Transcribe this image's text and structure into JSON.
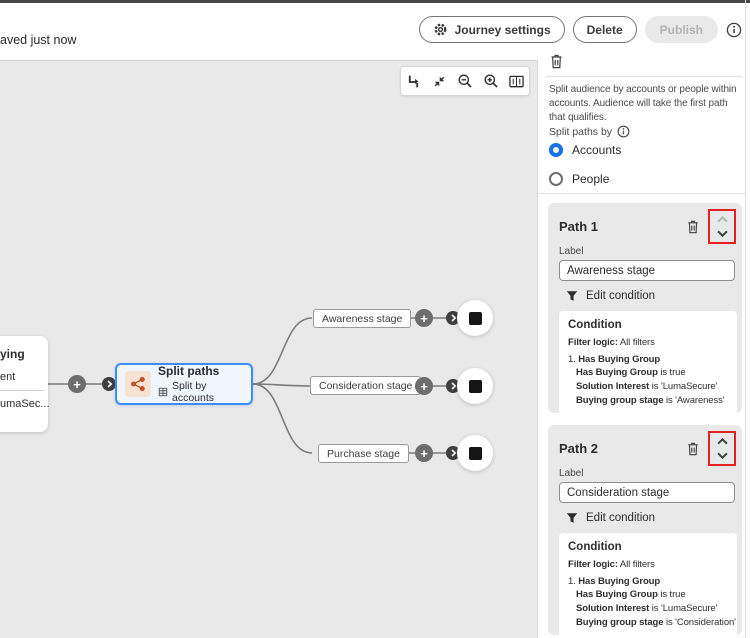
{
  "topbar": {
    "saved_status": "aved just now",
    "journey_settings_label": "Journey settings",
    "delete_label": "Delete",
    "publish_label": "Publish"
  },
  "canvas": {
    "toolbar_icons": [
      "auto-layout",
      "collapse",
      "zoom-out",
      "zoom-in",
      "minimap"
    ],
    "source_node": {
      "line1": "ying",
      "line2": "ent",
      "line3": "umaSec..."
    },
    "split_node": {
      "title": "Split paths",
      "subtitle": "Split by accounts"
    },
    "branches": [
      {
        "label": "Awareness stage"
      },
      {
        "label": "Consideration stage"
      },
      {
        "label": "Purchase stage"
      }
    ]
  },
  "panel": {
    "description": "Split audience by accounts or people within accounts. Audience will take the first path that qualifies.",
    "split_paths_by_label": "Split paths by",
    "options": [
      {
        "label": "Accounts",
        "selected": true
      },
      {
        "label": "People",
        "selected": false
      }
    ],
    "paths": [
      {
        "title": "Path 1",
        "label_field_label": "Label",
        "label_value": "Awareness stage",
        "edit_condition_label": "Edit condition",
        "condition": {
          "heading": "Condition",
          "filter_logic_label": "Filter logic:",
          "filter_logic_value": "All filters",
          "group_index": "1.",
          "group_name": "Has Buying Group",
          "rules": [
            {
              "field": "Has Buying Group",
              "rest": "is true"
            },
            {
              "field": "Solution Interest",
              "rest": "is 'LumaSecure'"
            },
            {
              "field": "Buying group stage",
              "rest": "is 'Awareness'"
            }
          ]
        }
      },
      {
        "title": "Path 2",
        "label_field_label": "Label",
        "label_value": "Consideration stage",
        "edit_condition_label": "Edit condition",
        "condition": {
          "heading": "Condition",
          "filter_logic_label": "Filter logic:",
          "filter_logic_value": "All filters",
          "group_index": "1.",
          "group_name": "Has Buying Group",
          "rules": [
            {
              "field": "Has Buying Group",
              "rest": "is true"
            },
            {
              "field": "Solution Interest",
              "rest": "is 'LumaSecure'"
            },
            {
              "field": "Buying group stage",
              "rest": "is 'Consideration'"
            }
          ]
        }
      }
    ]
  },
  "colors": {
    "blue": "#1473e6",
    "node-border": "#3d8df5",
    "orange": "#c4502e",
    "orange-bg": "#f6e3d4",
    "red": "#e42222",
    "canvas": "#e9e9e9",
    "edge": "#7b7b7b"
  }
}
